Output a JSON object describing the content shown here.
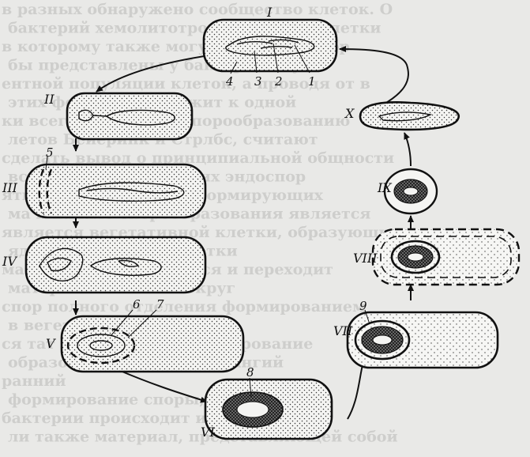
{
  "diagram": {
    "stage_labels": [
      "I",
      "II",
      "III",
      "IV",
      "V",
      "VI",
      "VII",
      "VIII",
      "IX",
      "X"
    ],
    "part_labels": [
      "1",
      "2",
      "3",
      "4",
      "5",
      "6",
      "7",
      "8",
      "9"
    ],
    "background_text_lines": [
      "в разных обнаружено сообщество клеток. О",
      "бактерий хемолитотрофов, однако клетки",
      "в которому также могут идти спорообр",
      "бы представлены у бактерий двумя",
      "ентной популяции клеток, а проводя от в",
      "этих форм принадлежит к одной",
      "ки всего перешли к спорообразованию",
      "летов Бейеринк и Стрлбс, считают",
      "сделать вывод о принципиальной общности",
      "всех форм, образующих эндоспор",
      "ятий клеток, однако, формирующих",
      "ма и начало спорообразования является",
      "является вегетативной клетки, образующих",
      "ядро материнской клетки",
      "материнской отделяется и переходит",
      "материнская нить вокруг",
      "спор полного отделения формированием",
      "в вегетативной",
      "ся тат же процесс и формирование",
      "образование споры, спорангий",
      "ранний",
      "формирование споры, которая у",
      "бактерии происходит и споровыми",
      "ли также материал, представляющей собой"
    ]
  }
}
